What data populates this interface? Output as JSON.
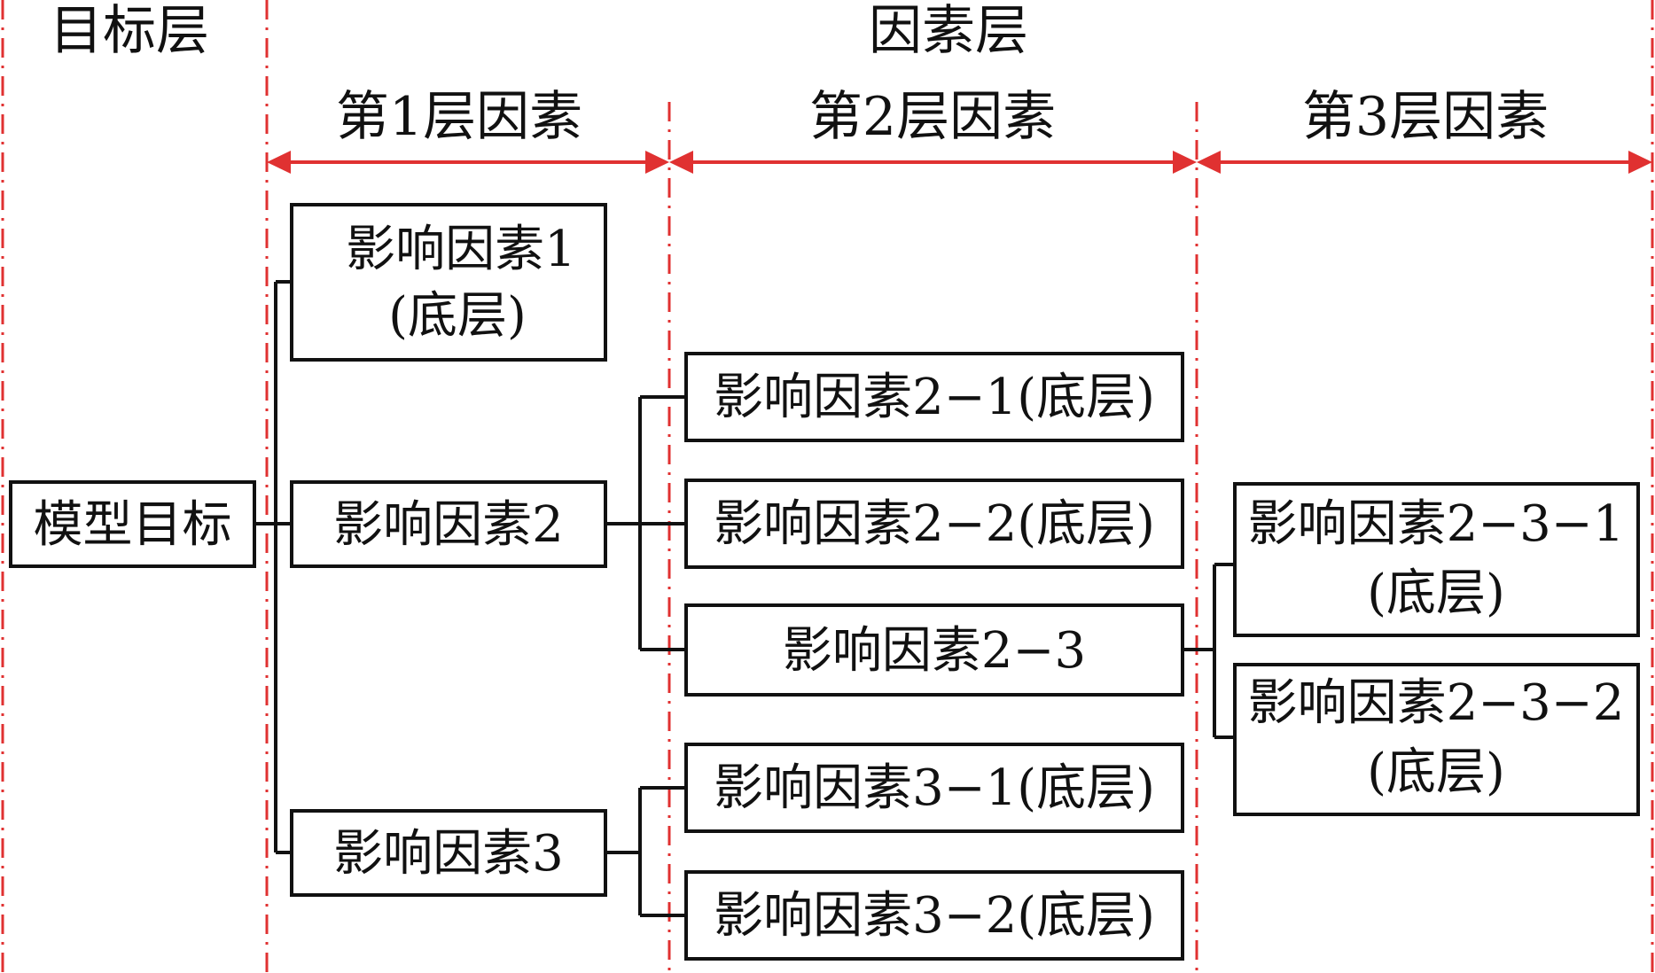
{
  "colors": {
    "divider": "#e03131",
    "arrow": "#e03131",
    "box_border": "#111111",
    "text": "#111111",
    "background": "#ffffff"
  },
  "headers": {
    "target_layer": "目标层",
    "factor_layer": "因素层",
    "level1": "第1层因素",
    "level2": "第2层因素",
    "level3": "第3层因素"
  },
  "nodes": {
    "goal": "模型目标",
    "f1_line1": "影响因素1",
    "f1_line2": "(底层)",
    "f2": "影响因素2",
    "f3": "影响因素3",
    "f2_1": "影响因素2−1(底层)",
    "f2_2": "影响因素2−2(底层)",
    "f2_3": "影响因素2−3",
    "f3_1": "影响因素3−1(底层)",
    "f3_2": "影响因素3−2(底层)",
    "f2_3_1_line1": "影响因素2−3−1",
    "f2_3_1_line2": "(底层)",
    "f2_3_2_line1": "影响因素2−3−2",
    "f2_3_2_line2": "(底层)"
  }
}
